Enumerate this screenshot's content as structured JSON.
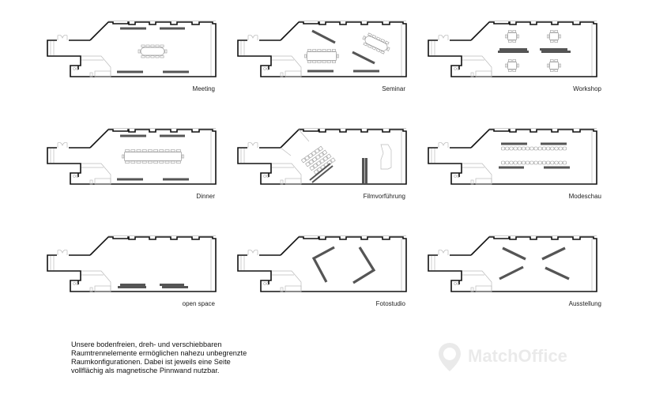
{
  "layouts": [
    {
      "label": "Meeting"
    },
    {
      "label": "Seminar"
    },
    {
      "label": "Workshop"
    },
    {
      "label": "Dinner"
    },
    {
      "label": "Filmvorführung"
    },
    {
      "label": "Modeschau"
    },
    {
      "label": "open space"
    },
    {
      "label": "Fotostudio"
    },
    {
      "label": "Ausstellung"
    }
  ],
  "description": "Unsere bodenfreien, dreh- und verschiebbaren\nRaumtrennelemente ermöglichen nahezu unbegrenzte\nRaumkonfigurationen. Dabei ist jeweils eine Seite\nvollflächig als magnetische Pinnwand nutzbar.",
  "watermark": "MatchOffice",
  "colors": {
    "wall": "#111111",
    "partition": "#555555",
    "furniture": "#999999"
  }
}
